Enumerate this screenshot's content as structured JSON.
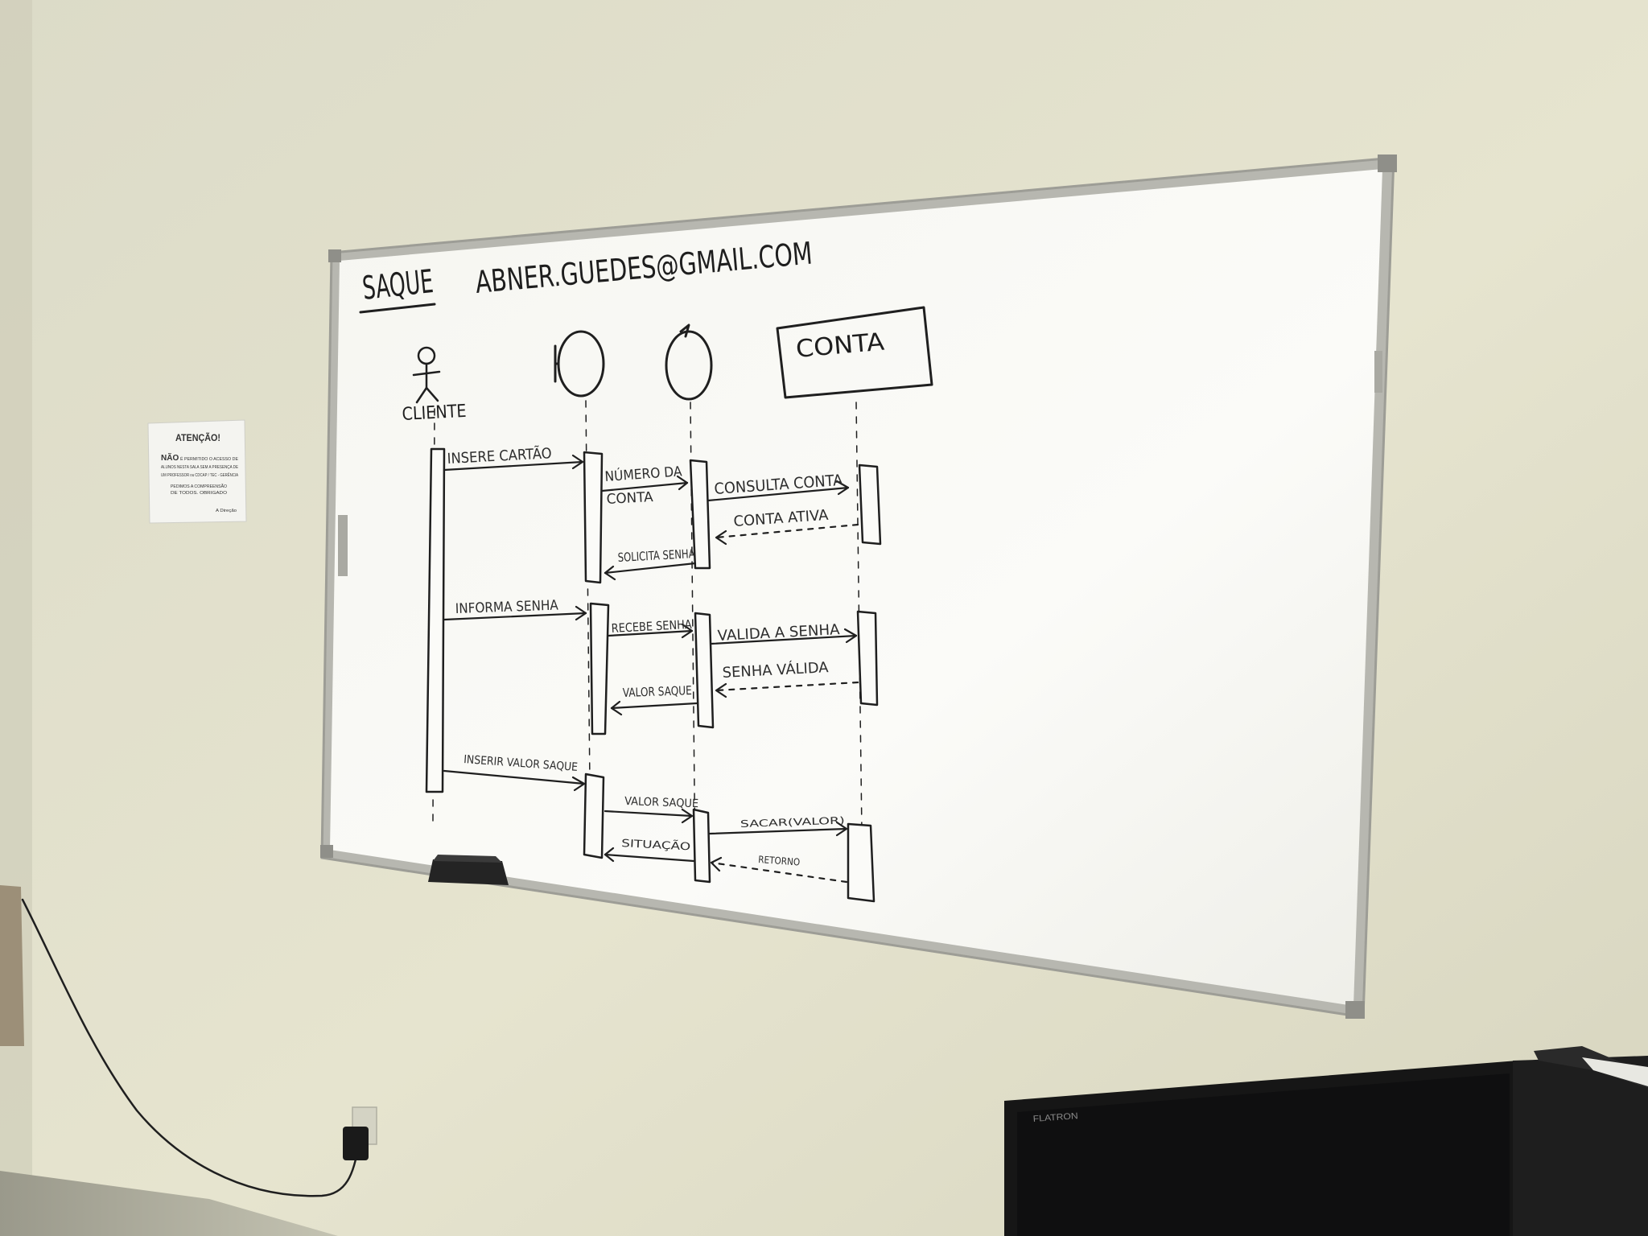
{
  "board": {
    "title": "SAQUE",
    "email": "ABNER.GUEDES@GMAIL.COM"
  },
  "participants": {
    "actor": "CLIENTE",
    "entity": "CONTA"
  },
  "messages": {
    "insere_cartao": "INSERE CARTÃO",
    "numero_da": "NÚMERO DA",
    "conta_word": "CONTA",
    "consulta_conta": "CONSULTA CONTA",
    "conta_ativa": "CONTA ATIVA",
    "solicita_senha": "SOLICITA SENHA",
    "informa_senha": "INFORMA SENHA",
    "recebe_senha": "RECEBE SENHA",
    "valida_a_senha": "VALIDA A SENHA",
    "senha_valida": "SENHA VÁLIDA",
    "valor_saque_prompt": "VALOR SAQUE",
    "insere_valor_saque": "INSERIR VALOR SAQUE",
    "valor_saque": "VALOR SAQUE",
    "situacao": "SITUAÇÃO",
    "sacar": "SACAR(VALOR)",
    "retorno": "RETORNO"
  },
  "notice": {
    "heading": "ATENÇÃO!",
    "lead": "NÃO",
    "line1": "É PERMITIDO O ACESSO DE",
    "line2": "ALUNOS NESTA SALA SEM A PRESENÇA DE",
    "line3": "UM PROFESSOR ou CDCAP / TEC - GERÊNCIA",
    "line4": "PEDIMOS A COMPREENSÃO",
    "line5": "DE TODOS. OBRIGADO",
    "sign": "A Direção"
  },
  "monitor": {
    "brand": "FLATRON"
  }
}
